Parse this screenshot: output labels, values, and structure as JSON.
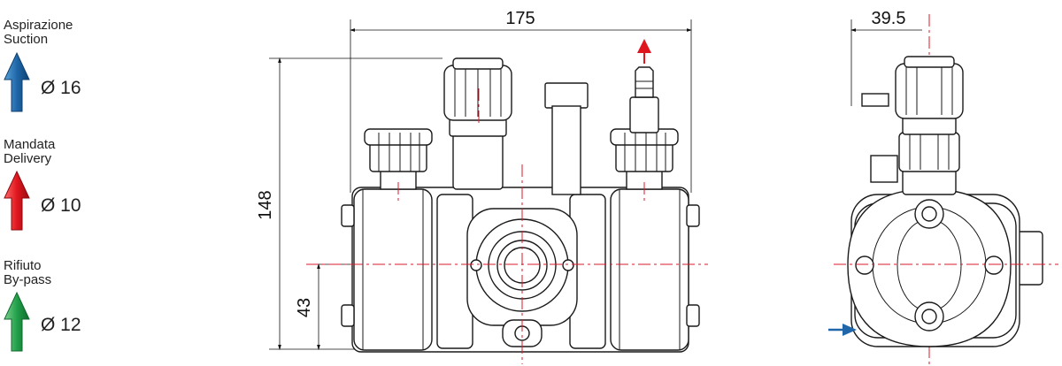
{
  "legend": [
    {
      "line1": "Aspirazione",
      "line2": "Suction",
      "diameter": "Ø 16",
      "color": "#1f67a8",
      "icon": "arrow-up-blue-icon"
    },
    {
      "line1": "Mandata",
      "line2": "Delivery",
      "diameter": "Ø 10",
      "color": "#e0161e",
      "icon": "arrow-up-red-icon"
    },
    {
      "line1": "Rifiuto",
      "line2": "By-pass",
      "diameter": "Ø 12",
      "color": "#21a04a",
      "icon": "arrow-up-green-icon"
    }
  ],
  "dimensions": {
    "front_width": "175",
    "front_height": "148",
    "front_axis_height": "43",
    "side_offset": "39.5"
  },
  "colors": {
    "centerline": "#d8182a",
    "outline": "#1a1a1a",
    "delivery_arrow": "#e0161e",
    "suction_arrow": "#1f67a8"
  }
}
